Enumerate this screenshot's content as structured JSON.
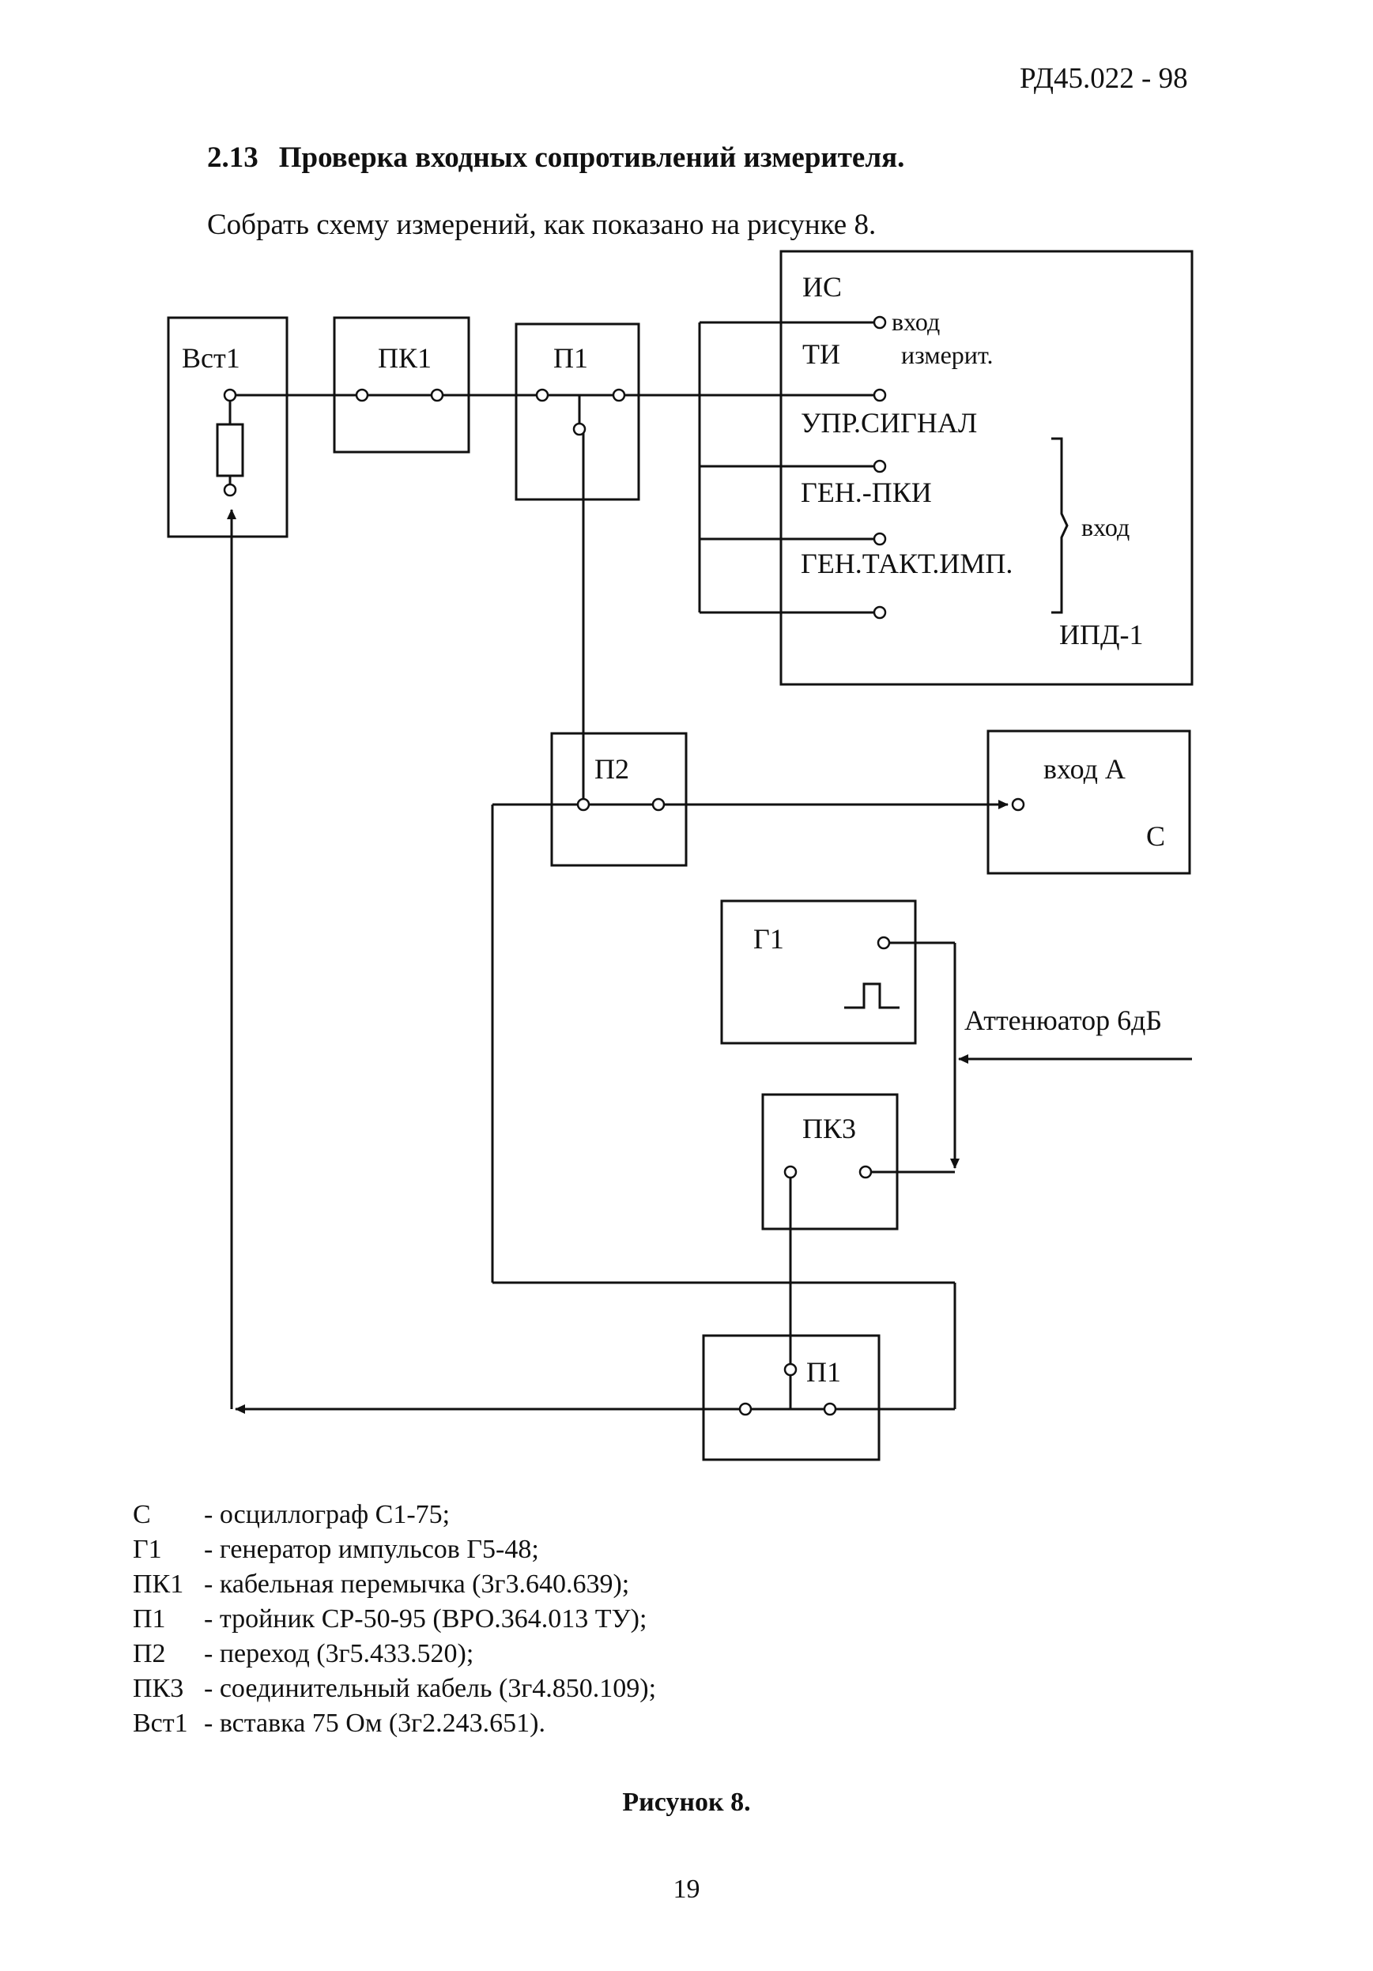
{
  "header": {
    "doc_code": "РД45.022 - 98"
  },
  "section": {
    "number": "2.13",
    "title": "Проверка входных сопротивлений измерителя.",
    "intro": "Собрать схему измерений, как показано на рисунке 8."
  },
  "diagram": {
    "vst1": "Вст1",
    "pk1": "ПК1",
    "p1_top": "П1",
    "is_title": "ИС",
    "is_input_label": "вход",
    "ti": "ТИ",
    "measurer": "измерит.",
    "upr_signal": "УПР.СИГНАЛ",
    "gen_pki": "ГЕН.-ПКИ",
    "gen_takt": "ГЕН.ТАКТ.ИМП.",
    "ipd_input_label": "вход",
    "ipd": "ИПД-1",
    "p2": "П2",
    "input_a": "вход А",
    "osc": "С",
    "g1": "Г1",
    "attenuator": "Аттенюатор 6дБ",
    "pk3": "ПК3",
    "p1_bottom": "П1"
  },
  "legend": [
    {
      "abbr": "С",
      "desc": "- осциллограф С1-75;"
    },
    {
      "abbr": "Г1",
      "desc": "- генератор импульсов Г5-48;"
    },
    {
      "abbr": "ПК1",
      "desc": "- кабельная перемычка (3г3.640.639);"
    },
    {
      "abbr": "П1",
      "desc": "- тройник СР-50-95 (ВРО.364.013 ТУ);"
    },
    {
      "abbr": "П2",
      "desc": "- переход (3г5.433.520);"
    },
    {
      "abbr": "ПК3",
      "desc": "- соединительный кабель (3г4.850.109);"
    },
    {
      "abbr": "Вст1",
      "desc": "- вставка 75 Ом (3г2.243.651)."
    }
  ],
  "caption": "Рисунок 8.",
  "page_number": "19"
}
